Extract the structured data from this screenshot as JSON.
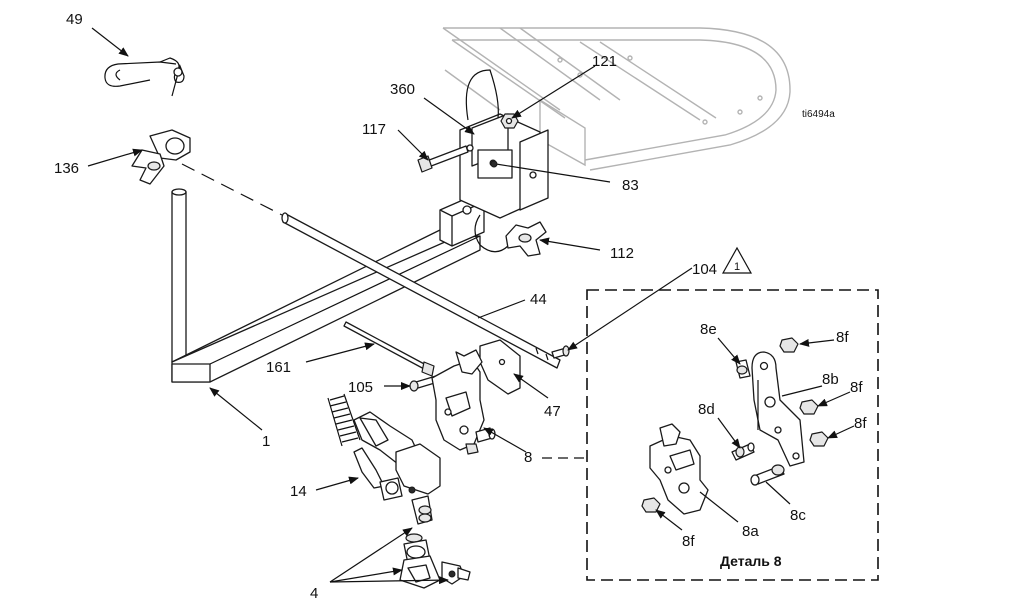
{
  "figure_id": "ti6494a",
  "detail_title": "Деталь 8",
  "warning_symbol_number": "1",
  "callouts": {
    "c49": "49",
    "c136": "136",
    "c121": "121",
    "c360": "360",
    "c117": "117",
    "c83": "83",
    "c112": "112",
    "c104": "104",
    "c44": "44",
    "c161": "161",
    "c105": "105",
    "c47": "47",
    "c1": "1",
    "c8": "8",
    "c14": "14",
    "c4": "4",
    "c8e": "8e",
    "c8f_1": "8f",
    "c8b": "8b",
    "c8f_2": "8f",
    "c8d": "8d",
    "c8f_3": "8f",
    "c8a": "8a",
    "c8c": "8c",
    "c8f_4": "8f"
  }
}
